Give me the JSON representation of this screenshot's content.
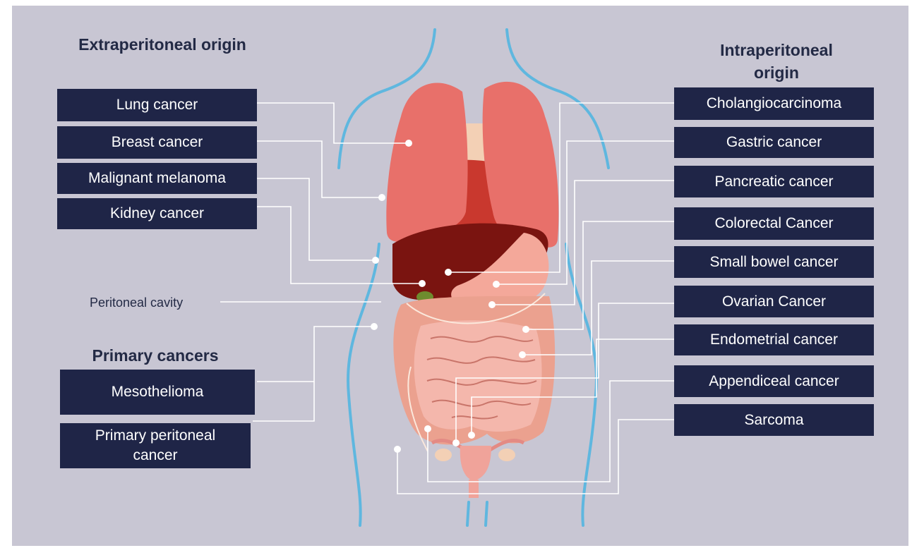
{
  "headings": {
    "extraperitoneal": "Extraperitoneal origin",
    "intraperitoneal": "Intraperitoneal origin",
    "primary": "Primary cancers"
  },
  "extraperitoneal_items": [
    "Lung cancer",
    "Breast cancer",
    "Malignant melanoma",
    "Kidney cancer"
  ],
  "intraperitoneal_items": [
    "Cholangiocarcinoma",
    "Gastric cancer",
    "Pancreatic cancer",
    "Colorectal Cancer",
    "Small bowel cancer",
    "Ovarian Cancer",
    "Endometrial cancer",
    "Appendiceal cancer",
    "Sarcoma"
  ],
  "primary_items": [
    "Mesothelioma",
    "Primary peritoneal cancer"
  ],
  "peritoneal_cavity_label": "Peritoneal cavity",
  "colors": {
    "background": "#c8c6d3",
    "label_box": "#1f2547",
    "label_text": "#ffffff",
    "heading_text": "#232a45",
    "body_outline": "#5fb7df",
    "lung": "#e8706a",
    "heart": "#c9382e",
    "liver": "#7a1410",
    "stomach": "#f4a89a",
    "intestine": "#eba18f",
    "connector": "#ffffff"
  }
}
